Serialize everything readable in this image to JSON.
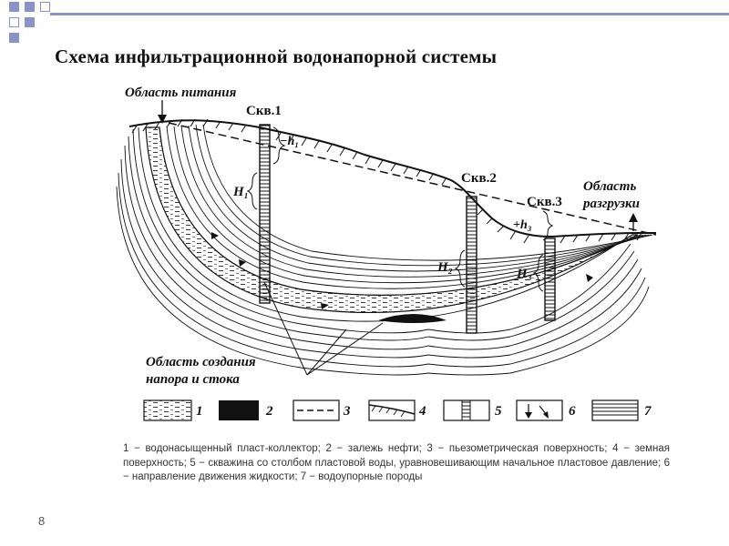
{
  "slide": {
    "title": "Схема инфильтрационной водонапорной системы",
    "number": "8",
    "accent_color": "#8a93c8"
  },
  "diagram": {
    "recharge_area": "Область питания",
    "discharge_area_line1": "Область",
    "discharge_area_line2": "разгрузки",
    "pressure_area_line1": "Область создания",
    "pressure_area_line2": "напора и стока",
    "wells": [
      {
        "label": "Скв.1",
        "head_label": "H₁",
        "level_label": "−h₁"
      },
      {
        "label": "Скв.2",
        "head_label": "H₂"
      },
      {
        "label": "Скв.3",
        "head_label": "H₃",
        "level_label": "+h₃"
      }
    ]
  },
  "legend": {
    "items": [
      {
        "number": "1",
        "icon": "aquifer-pattern"
      },
      {
        "number": "2",
        "icon": "oil-deposit-solid"
      },
      {
        "number": "3",
        "icon": "dashed-line"
      },
      {
        "number": "4",
        "icon": "ground-surface-hatch"
      },
      {
        "number": "5",
        "icon": "well-column"
      },
      {
        "number": "6",
        "icon": "flow-arrows"
      },
      {
        "number": "7",
        "icon": "horizontal-lines"
      }
    ],
    "caption": "1 − водонасыщенный пласт-коллектор; 2 − залежь нефти; 3 − пьезометрическая поверхность; 4 − земная поверхность; 5 − скважина со столбом пластовой воды, уравновешивающим начальное пластовое давление; 6 − направление движения жидкости; 7 − водоупорные породы"
  }
}
